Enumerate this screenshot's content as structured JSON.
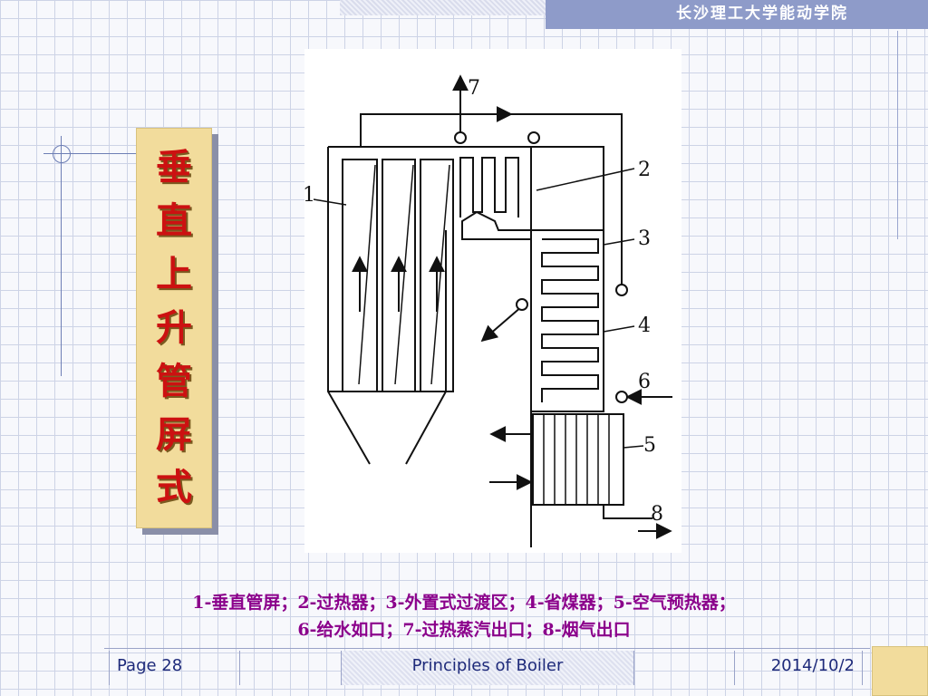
{
  "header": {
    "institution": "长沙理工大学能动学院"
  },
  "title": {
    "chars": [
      "垂",
      "直",
      "上",
      "升",
      "管",
      "屏",
      "式"
    ]
  },
  "diagram": {
    "labels": [
      "1",
      "2",
      "3",
      "4",
      "5",
      "6",
      "7",
      "8"
    ]
  },
  "caption": {
    "line1": "1-垂直管屏；2-过热器；3-外置式过渡区；4-省煤器；5-空气预热器；",
    "line2": "6-给水如口；7-过热蒸汽出口；8-烟气出口"
  },
  "footer": {
    "page": "Page 28",
    "course": "Principles of Boiler",
    "date": "2014/10/2"
  },
  "colors": {
    "title_text": "#cc1111",
    "title_box": "#f2dc9c",
    "caption": "#8b008b",
    "banner": "#8e9bc9"
  }
}
